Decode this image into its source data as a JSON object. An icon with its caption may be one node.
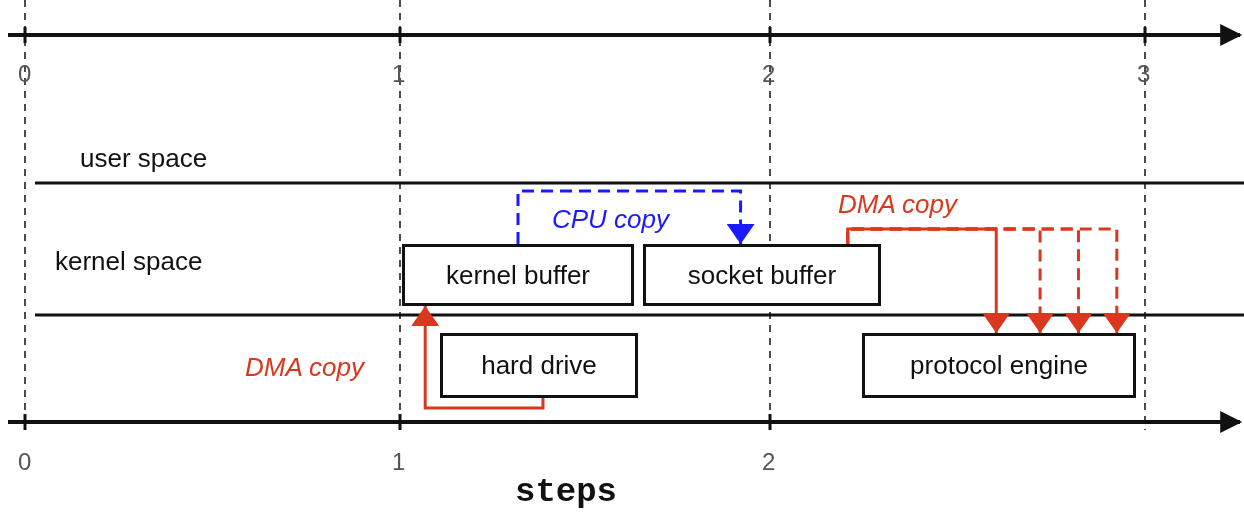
{
  "diagram": {
    "nodes": [
      {
        "text": [
          "kernel buffer"
        ]
      },
      {
        "text": [
          "socket buffer"
        ]
      },
      {
        "text": [
          "hard drive"
        ]
      },
      {
        "text": [
          "protocol engine"
        ]
      }
    ],
    "edges": [
      {
        "from": 2,
        "to": 0,
        "arrow": "to",
        "label": "DMA copy",
        "color": "#d9381e"
      },
      {
        "from": 0,
        "to": 1,
        "arrow": "to",
        "label": "CPU copy",
        "style": "dashed",
        "color": "#1a1aff"
      },
      {
        "from": 1,
        "to": 3,
        "arrow": "to",
        "label": "DMA copy",
        "color": "#d9381e"
      },
      {
        "from": 1,
        "to": 3,
        "arrow": "to",
        "style": "dashed",
        "color": "#d9381e"
      },
      {
        "from": 1,
        "to": 3,
        "arrow": "to",
        "style": "dashed",
        "color": "#d9381e"
      },
      {
        "from": 1,
        "to": 3,
        "arrow": "to",
        "style": "dashed",
        "color": "#d9381e"
      }
    ],
    "labels": [
      "0",
      "1",
      "2",
      "3",
      "user space",
      "kernel space",
      "0",
      "1",
      "2",
      "steps"
    ]
  }
}
